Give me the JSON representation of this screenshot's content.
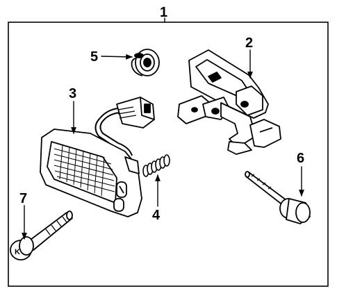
{
  "callouts": {
    "c1": "1",
    "c2": "2",
    "c3": "3",
    "c4": "4",
    "c5": "5",
    "c6": "6",
    "c7": "7"
  },
  "bolt7_mark": "K"
}
